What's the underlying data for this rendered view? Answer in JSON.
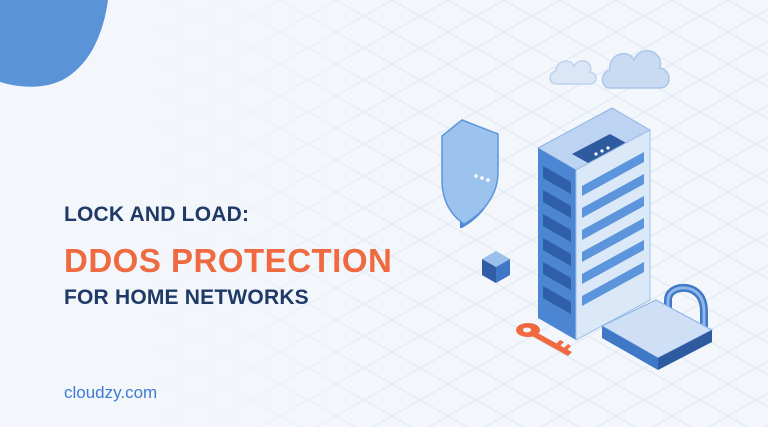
{
  "headline": {
    "line1": "LOCK AND LOAD:",
    "line2": "DDOS PROTECTION",
    "line3": "FOR HOME NETWORKS"
  },
  "brand": {
    "domain": "cloudzy.com"
  },
  "colors": {
    "background": "#f3f7fc",
    "navy_text": "#1f3a66",
    "accent_orange": "#ef6a40",
    "brand_blue": "#3d7bd1",
    "corner_blue": "#5b93d9"
  },
  "illustration": {
    "icons": [
      "cloud-icon",
      "cloud-icon",
      "shield-icon",
      "server-rack-icon",
      "cube-icon",
      "key-icon",
      "padlock-icon"
    ]
  }
}
